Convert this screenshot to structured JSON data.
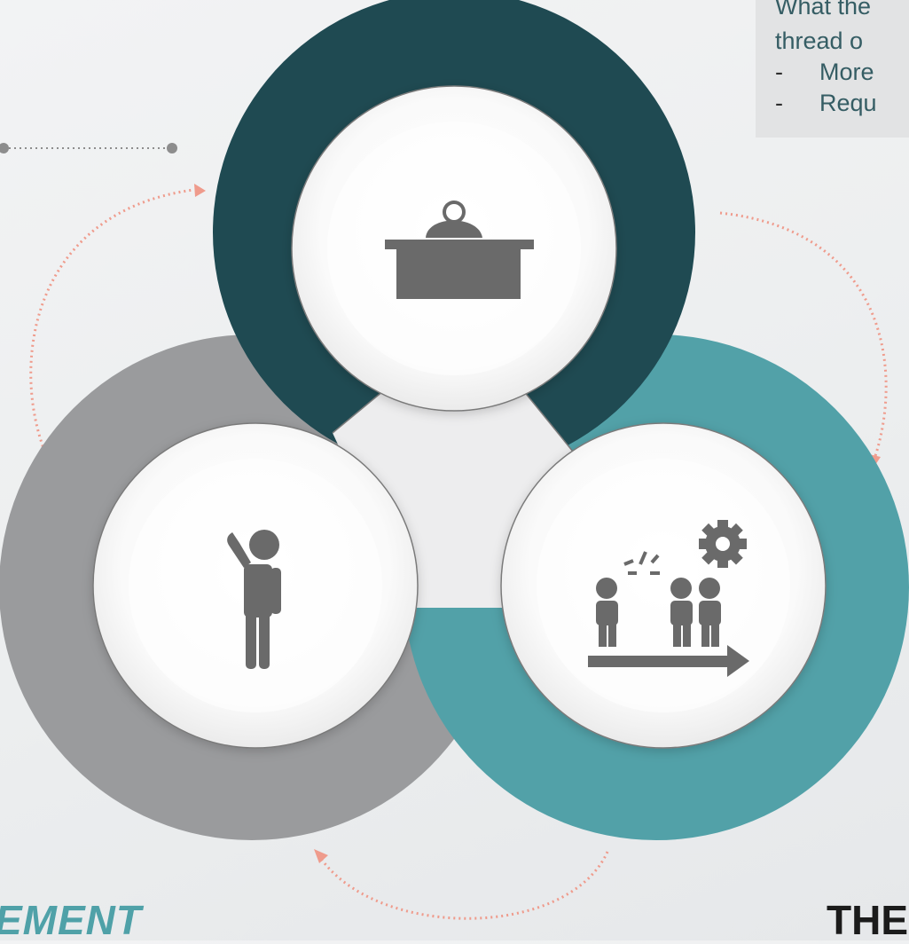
{
  "note": {
    "line1": "What the",
    "line2": "thread o",
    "bullets": [
      {
        "dash": "-",
        "text": "More"
      },
      {
        "dash": "-",
        "text": "Requ"
      }
    ]
  },
  "captions": {
    "left": "EMENT",
    "right": "THE"
  },
  "diagram": {
    "colors": {
      "top_ring": "#1f4a52",
      "left_ring": "#9a9b9d",
      "right_ring": "#52a1a8",
      "arrows": "#ef9b8c",
      "icons": "#6a6a6a",
      "connector": "#8d8d8d"
    },
    "icons": [
      {
        "name": "person-at-desk-icon"
      },
      {
        "name": "person-thinking-icon"
      },
      {
        "name": "team-process-icon"
      }
    ]
  }
}
